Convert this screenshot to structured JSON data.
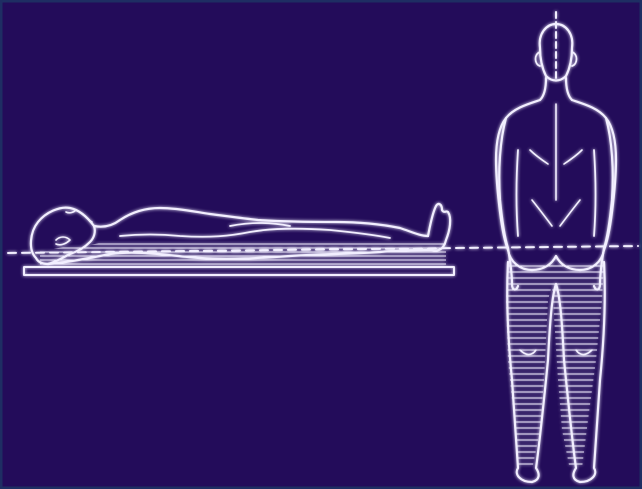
{
  "figure": {
    "background_color": "#230c5a",
    "frame_color": "#1e2e63",
    "line_color": "#f2efff",
    "glow_color": "#9b8cff",
    "figures": [
      "supine-body-on-table",
      "standing-body-rear-view"
    ],
    "reference_line": "dashed-horizontal"
  }
}
